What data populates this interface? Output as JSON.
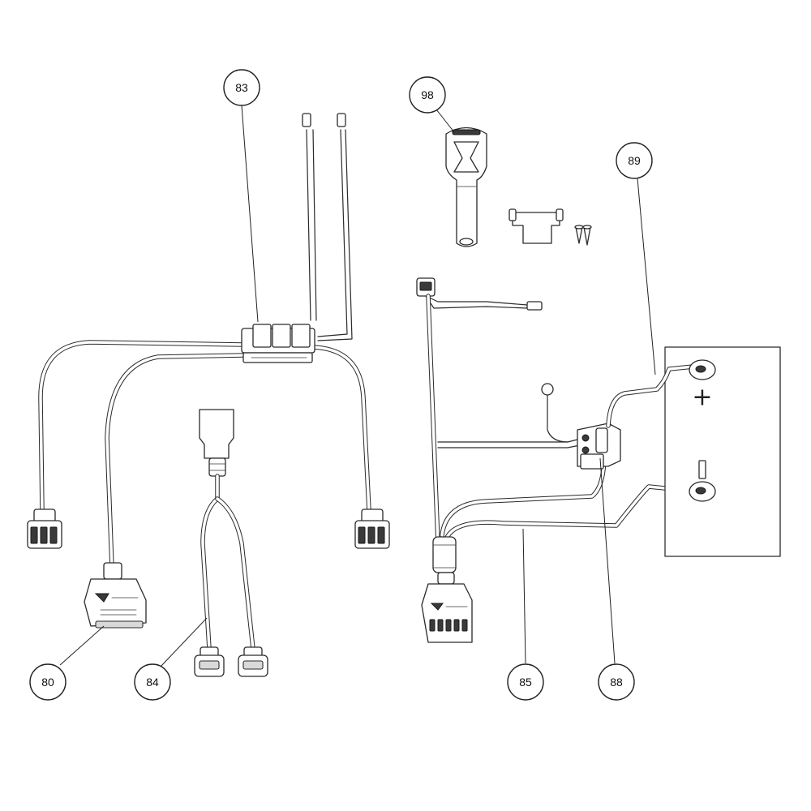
{
  "callouts": [
    {
      "id": "c83",
      "label": "83"
    },
    {
      "id": "c98",
      "label": "98"
    },
    {
      "id": "c89",
      "label": "89"
    },
    {
      "id": "c80",
      "label": "80"
    },
    {
      "id": "c84",
      "label": "84"
    },
    {
      "id": "c85",
      "label": "85"
    },
    {
      "id": "c88",
      "label": "88"
    }
  ],
  "battery": {
    "positive_symbol": "+"
  },
  "colors": {
    "line": "#2a2a2a",
    "background": "#ffffff"
  }
}
